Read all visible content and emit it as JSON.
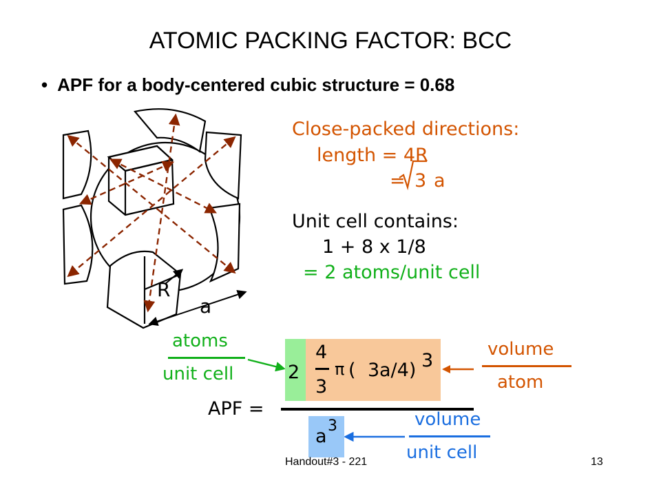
{
  "slide": {
    "title": "ATOMIC PACKING FACTOR:  BCC",
    "bullet": "APF for a body-centered cubic structure = 0.68"
  },
  "directions": {
    "heading": "Close-packed directions:",
    "length": "length = 4R",
    "eq": "=",
    "root": "3",
    "a": "a"
  },
  "cell": {
    "heading": "Unit cell contains:",
    "count": "1 + 8 x 1/8",
    "result": "= 2 atoms/unit cell"
  },
  "diagram": {
    "r_label": "R",
    "a_label": "a"
  },
  "formula": {
    "apf_label": "APF =",
    "atoms_num": "atoms",
    "atoms_den": "unit cell",
    "two": "2",
    "four": "4",
    "three": "3",
    "pi": "π",
    "paren_open": "(",
    "root_three": "3",
    "a_over_4": "a/4)",
    "exponent": "3",
    "volume_num": "volume",
    "volume_den": "atom",
    "a_cubed": "a",
    "a_exp": "3",
    "vol_cell_num": "volume",
    "vol_cell_den": "unit cell"
  },
  "footer": {
    "left": "Handout#3 - 221",
    "right": "13"
  },
  "colors": {
    "orange": "#d35400",
    "green": "#11b01a",
    "blue": "#1a6ee0"
  }
}
